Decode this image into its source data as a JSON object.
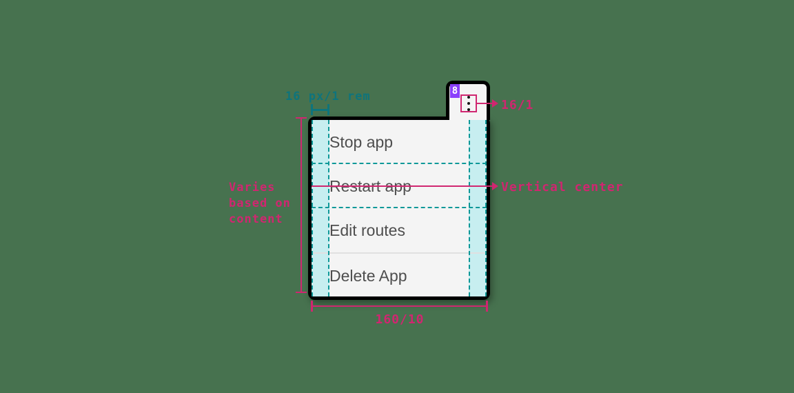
{
  "annotations": {
    "padding_label": "16 px/1 rem",
    "trigger_size_label": "16/1",
    "vertical_center_label": "Vertical center",
    "height_label": "Varies\nbased on\ncontent",
    "width_label": "160/10",
    "badge_label": "8"
  },
  "menu": {
    "items": [
      {
        "label": "Stop app",
        "divider_before": false
      },
      {
        "label": "Restart app",
        "divider_before": false
      },
      {
        "label": "Edit routes",
        "divider_before": false
      },
      {
        "label": "Delete App",
        "divider_before": true
      }
    ]
  },
  "icons": {
    "trigger": "overflow-menu-vertical-icon"
  },
  "colors": {
    "background": "#47724F",
    "annotation_pink": "#D02670",
    "annotation_teal": "#0E747C",
    "spacing_fill_cyan": "#C7EEF0",
    "spacing_dash_teal": "#0D9898",
    "badge_purple": "#8A3FFC",
    "menu_surface": "#F4F4F4",
    "menu_border": "#000000",
    "menu_text": "#4E4E4E"
  }
}
